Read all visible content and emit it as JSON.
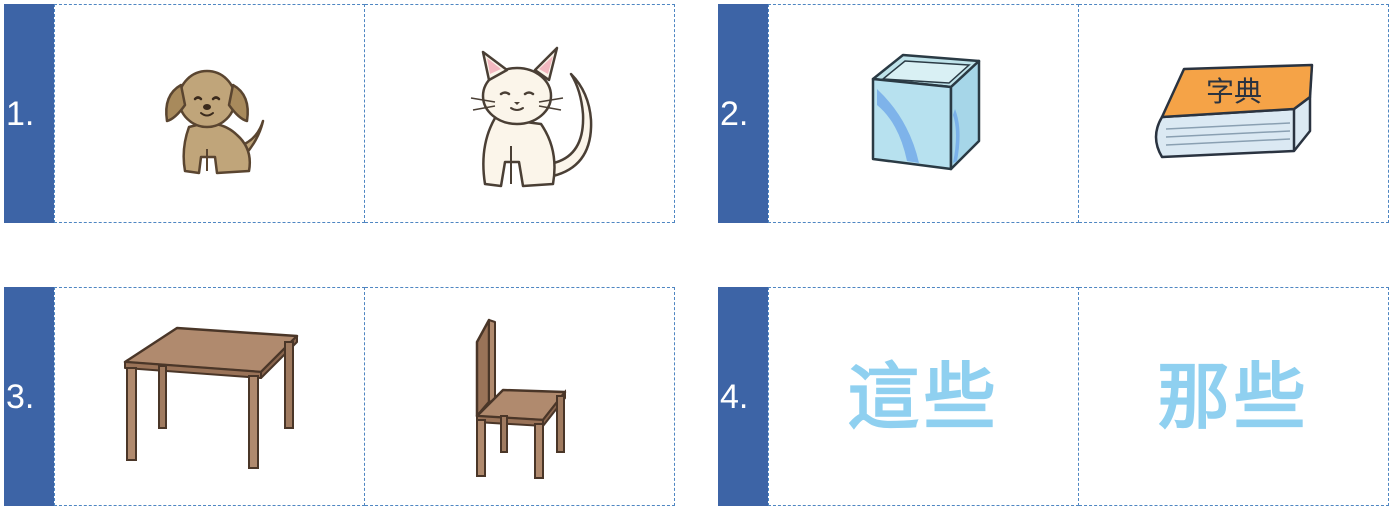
{
  "cards": [
    {
      "number": "1.",
      "left": {
        "icon": "dog-icon"
      },
      "right": {
        "icon": "cat-icon"
      }
    },
    {
      "number": "2.",
      "left": {
        "icon": "box-icon"
      },
      "right": {
        "icon": "dictionary-book-icon",
        "book_title": "字典"
      }
    },
    {
      "number": "3.",
      "left": {
        "icon": "table-icon"
      },
      "right": {
        "icon": "chair-icon"
      }
    },
    {
      "number": "4.",
      "left": {
        "text": "這些"
      },
      "right": {
        "text": "那些"
      }
    }
  ],
  "colors": {
    "number_bar": "#3d64a6",
    "border": "#4f86c2",
    "word": "#8fd0f0"
  }
}
